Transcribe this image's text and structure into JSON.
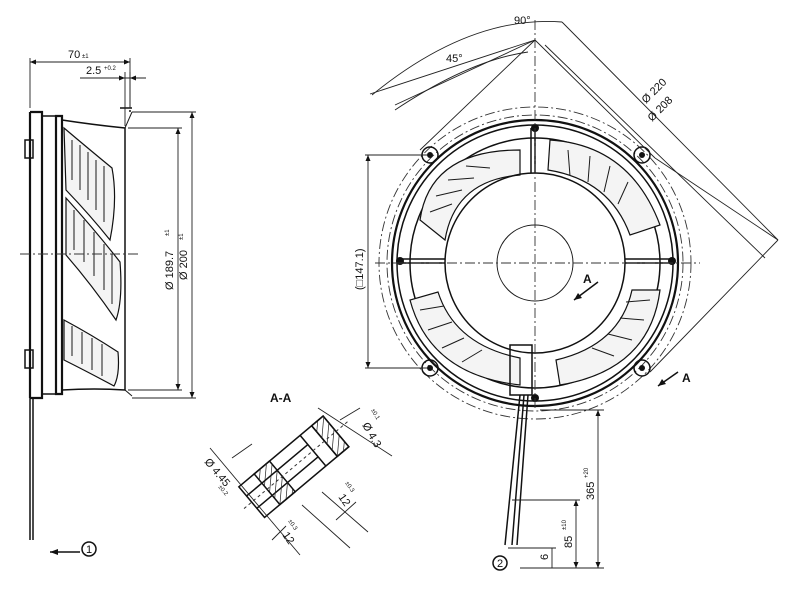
{
  "side_view": {
    "dim_overall_depth": "70",
    "dim_overall_depth_tol": "±1",
    "dim_flange": "2.5",
    "dim_flange_tol": "+0.2",
    "dim_inner_dia": "Ø 189.7",
    "dim_inner_dia_tol": "±1",
    "dim_outer_dia": "Ø 200",
    "dim_outer_dia_tol": "±1",
    "callout_1": "1"
  },
  "section_view": {
    "title": "A-A",
    "dim_hole_a": "Ø 4.3",
    "dim_hole_a_tol": "±0.1",
    "dim_hole_b": "Ø 4.45",
    "dim_hole_b_tol": "±0.2",
    "dim_thick_a": "12",
    "dim_thick_a_tol": "±0.3",
    "dim_thick_b": "12",
    "dim_thick_b_tol": "±0.3"
  },
  "front_view": {
    "angle_90": "90°",
    "angle_45": "45°",
    "dim_outer": "Ø 220",
    "dim_inner": "Ø 208",
    "dim_square": "(□147.1)",
    "section_mark_upper": "A",
    "section_mark_lower": "A",
    "lead_length": "365",
    "lead_length_tol": "+20",
    "strip_length": "85",
    "strip_length_tol": "±10",
    "strip_end": "6",
    "callout_2": "2"
  }
}
